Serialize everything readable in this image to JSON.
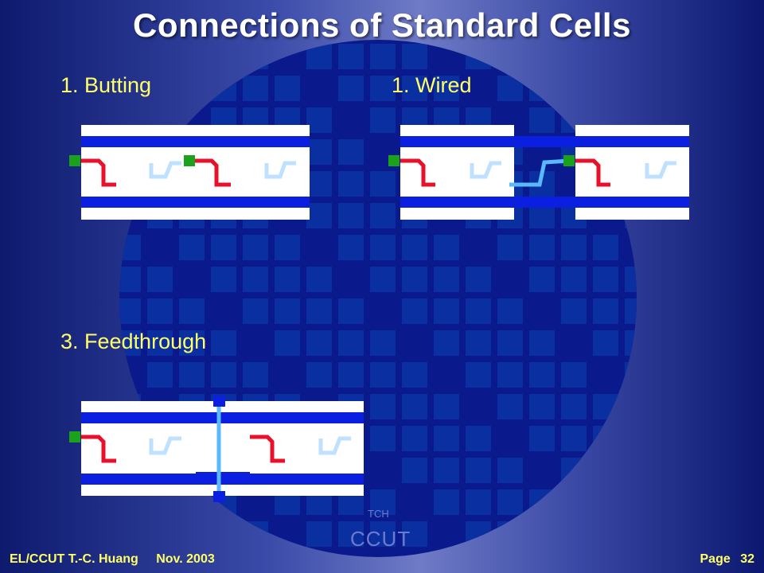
{
  "slide": {
    "title": "Connections of Standard Cells",
    "labels": {
      "butting": "1. Butting",
      "wired": "1. Wired",
      "feedthrough": "3. Feedthrough"
    },
    "footer": {
      "author": "EL/CCUT T.-C. Huang",
      "date": "Nov. 2003",
      "page_label": "Page",
      "page_number": "32"
    },
    "watermark": {
      "small": "TCH",
      "big": "CCUT"
    }
  },
  "colors": {
    "background_dark": "#0d1a6e",
    "wafer": "#0a1a8c",
    "die": "#0a2fa0",
    "cell_body": "#ffffff",
    "power_rail": "#0a1fe0",
    "pin": "#1aa31a",
    "gate_symbol": "#e8102a",
    "inverse_symbol": "#bfe0ff",
    "wire": "#5ab8ff",
    "text_title": "#ffffff",
    "text_label": "#ffff66"
  },
  "icons": [
    "wafer-grid-background",
    "standard-cell",
    "pin-marker",
    "logic-symbol-red",
    "logic-symbol-lightblue",
    "wire-connection",
    "feedthrough-wire"
  ]
}
